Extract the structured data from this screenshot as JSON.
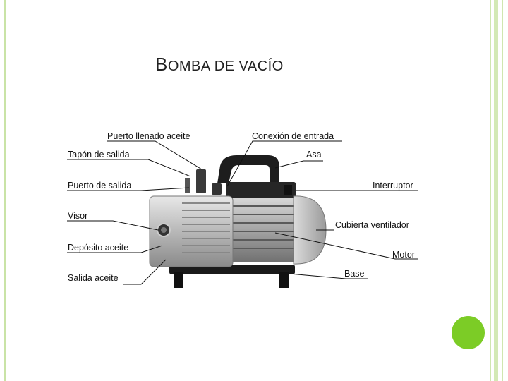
{
  "slide": {
    "title_first": "B",
    "title_rest": "OMBA DE VACÍO"
  },
  "labels": {
    "puerto_llenado": "Puerto llenado aceite",
    "tapon_salida": "Tapón de salida",
    "puerto_salida": "Puerto de salida",
    "visor": "Visor",
    "deposito": "Depósito aceite",
    "salida_aceite": "Salida aceite",
    "conexion_entrada": "Conexión de entrada",
    "asa": "Asa",
    "interruptor": "Interruptor",
    "cubierta": "Cubierta ventilador",
    "motor": "Motor",
    "base": "Base"
  },
  "colors": {
    "accent_green": "#7ccc26",
    "frame_green": "#c9e3a6"
  }
}
